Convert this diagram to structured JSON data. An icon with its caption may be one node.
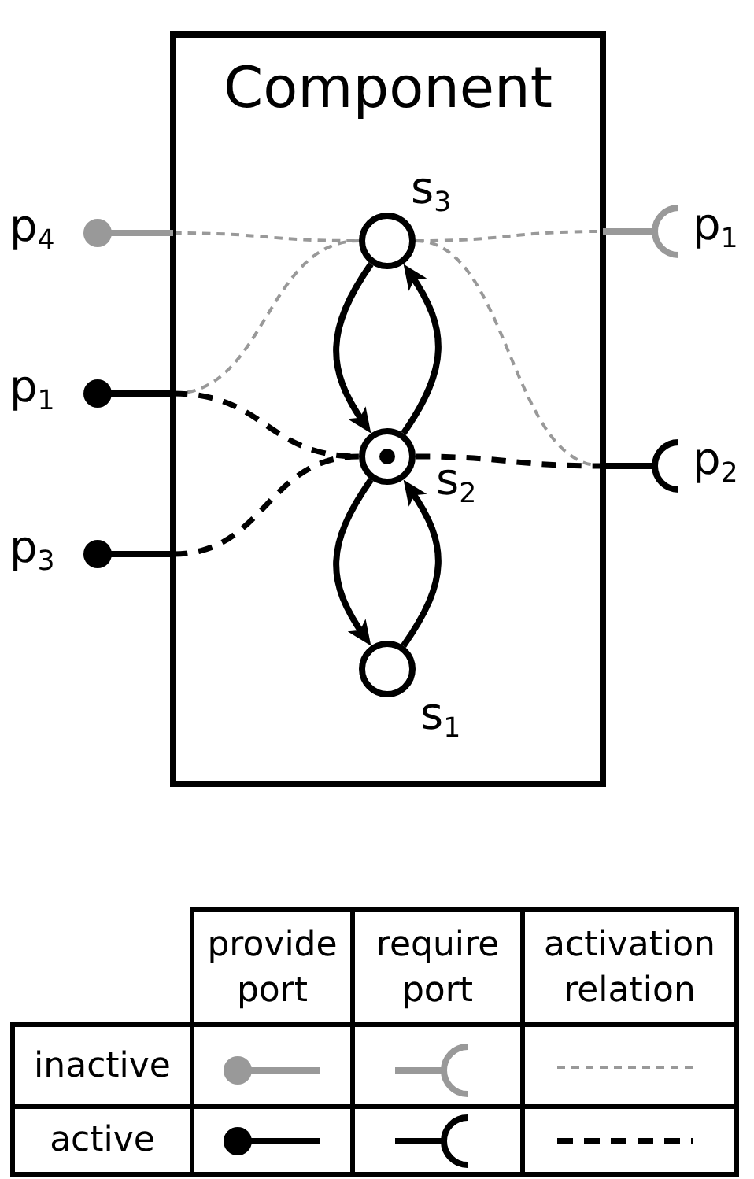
{
  "diagram": {
    "nodes": [
      {
        "text": [
          "Component"
        ]
      },
      {
        "text": [],
        "shape": "circle",
        "beside": [
          "s$_{3}$"
        ],
        "in": 0
      },
      {
        "text": [],
        "shape": "circle",
        "beside": [
          "s$_{2}$"
        ],
        "in": 0
      },
      {
        "text": [],
        "shape": "circle",
        "beside": [
          "s$_{1}$"
        ],
        "in": 0
      },
      {
        "text": [],
        "shape": "circle",
        "beside": [
          "p$_{4}$"
        ]
      },
      {
        "text": [],
        "shape": "circle",
        "beside": [
          "p$_{1}$"
        ]
      },
      {
        "text": [],
        "shape": "circle",
        "beside": [
          "p$_{3}$"
        ]
      },
      {
        "text": [],
        "shape": "semicircle",
        "beside": [
          "p$_{1}$"
        ]
      },
      {
        "text": [],
        "shape": "semicircle",
        "beside": [
          "p$_{2}$"
        ]
      }
    ],
    "edges": [
      {
        "from": 1,
        "to": 2,
        "arrow": "to"
      },
      {
        "from": 2,
        "to": 1,
        "arrow": "to"
      },
      {
        "from": 2,
        "to": 3,
        "arrow": "to"
      },
      {
        "from": 3,
        "to": 2,
        "arrow": "to"
      },
      {
        "from": 4,
        "to": 1,
        "arrow": "none",
        "style": "dashed",
        "color": "#999999"
      },
      {
        "from": 5,
        "to": 1,
        "arrow": "none",
        "style": "dashed",
        "color": "#999999"
      },
      {
        "from": 1,
        "to": 7,
        "arrow": "none",
        "style": "dashed",
        "color": "#999999"
      },
      {
        "from": 1,
        "to": 8,
        "arrow": "none",
        "style": "dashed",
        "color": "#999999"
      },
      {
        "from": 5,
        "to": 2,
        "arrow": "none",
        "style": "dashed"
      },
      {
        "from": 6,
        "to": 2,
        "arrow": "none",
        "style": "dashed"
      },
      {
        "from": 2,
        "to": 8,
        "arrow": "none",
        "style": "dashed"
      }
    ],
    "labels": [
      "provide port",
      "require port",
      "activation relation",
      "inactive",
      "active"
    ]
  }
}
